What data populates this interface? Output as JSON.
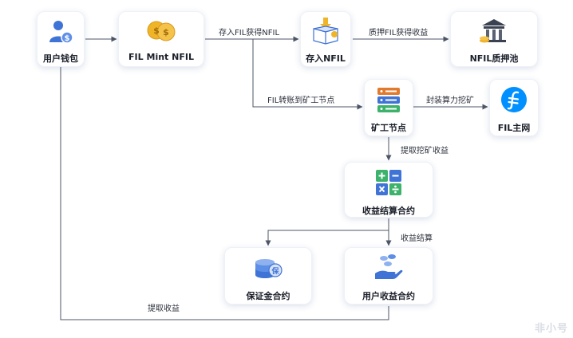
{
  "nodes": {
    "user_wallet": "用户钱包",
    "fil_mint_nfil": "FIL Mint NFIL",
    "deposit_nfil": "存入NFIL",
    "nfil_pool": "NFIL质押池",
    "miner_node": "矿工节点",
    "fil_mainnet": "FIL主网",
    "settlement_contract": "收益结算合约",
    "guarantee_contract": "保证金合约",
    "user_yield_contract": "用户收益合约"
  },
  "edges": {
    "deposit_fil_get_nfil": "存入FIL获得NFIL",
    "pledge_fil_get_yield": "质押FIL获得收益",
    "fil_to_miner": "FIL转账到矿工节点",
    "seal_power_mining": "封装算力挖矿",
    "extract_mining_yield": "提取挖矿收益",
    "yield_settlement": "收益结算",
    "withdraw_yield": "提取收益"
  },
  "icon_glyphs": {
    "guarantee": "保"
  },
  "watermark": "非小号",
  "colors": {
    "arrow": "#4d5566",
    "icon_blue": "#3f73d6",
    "coin_gold": "#f0b429",
    "green": "#3db26b"
  }
}
